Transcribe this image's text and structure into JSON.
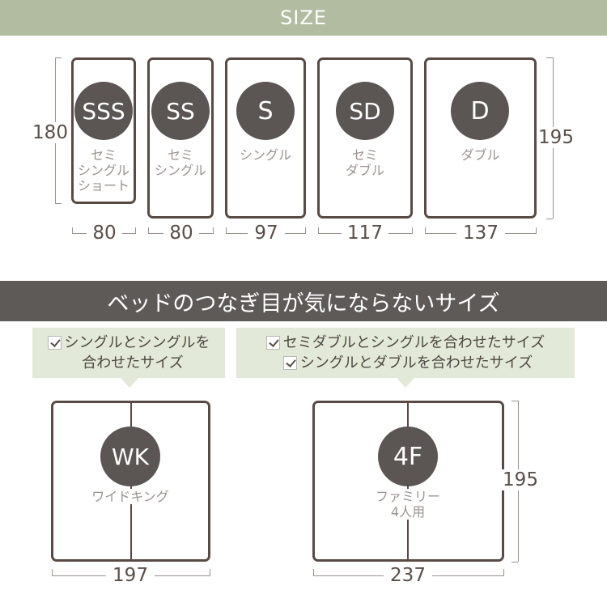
{
  "header": {
    "title": "SIZE"
  },
  "beds": [
    {
      "code": "SSS",
      "label": "セミ\nシングル\nショート",
      "width": "80"
    },
    {
      "code": "SS",
      "label": "セミ\nシングル",
      "width": "80"
    },
    {
      "code": "S",
      "label": "シングル",
      "width": "97"
    },
    {
      "code": "SD",
      "label": "セミ\nダブル",
      "width": "117"
    },
    {
      "code": "D",
      "label": "ダブル",
      "width": "137"
    }
  ],
  "lengths": {
    "short": "180",
    "regular": "195"
  },
  "combo_banner": {
    "title": "ベッドのつなぎ目が気にならないサイズ"
  },
  "notes": {
    "left": {
      "line1": "シングルとシングルを",
      "line2": "合わせたサイズ"
    },
    "right": {
      "line1": "セミダブルとシングルを合わせたサイズ",
      "line2": "シングルとダブルを合わせたサイズ"
    }
  },
  "combos": [
    {
      "code": "WK",
      "label": "ワイドキング",
      "width": "197"
    },
    {
      "code": "4F",
      "label": "ファミリー\n4人用",
      "width": "237",
      "length": "195"
    }
  ],
  "colors": {
    "header_green": "#b2bca0",
    "dark_banner": "#5e5a58",
    "note_bg": "#e3e9d8",
    "circle": "#5b5553",
    "bed_border": "#5a4a45"
  }
}
